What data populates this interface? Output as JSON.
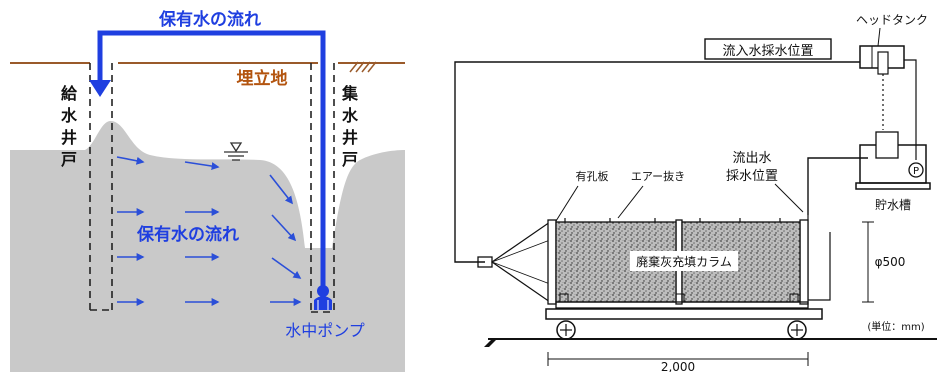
{
  "left_diagram": {
    "top_flow_label": "保有水の流れ",
    "landfill_label": "埋立地",
    "supply_well_label": [
      "給",
      "水",
      "井",
      "戸"
    ],
    "collection_well_label": [
      "集",
      "水",
      "井",
      "戸"
    ],
    "inner_flow_label": "保有水の流れ",
    "pump_label": "水中ポンプ",
    "colors": {
      "flow_blue": "#1f3fe0",
      "arrow_blue": "#2b4fd8",
      "landfill_brown": "#b3540f",
      "ground_line": "#9a5a2a",
      "soil_gray": "#c8c8c8"
    }
  },
  "right_diagram": {
    "head_tank_label": "ヘッドタンク",
    "inflow_sampling_label": "流入水採水位置",
    "outflow_sampling_label": [
      "流出水",
      "採水位置"
    ],
    "perforated_plate_label": "有孔板",
    "air_vent_label": "エアー抜き",
    "column_label": "廃棄灰充填カラム",
    "storage_tank_label": "貯水槽",
    "pump_symbol": "P",
    "diameter_label": "φ500",
    "unit_label": "(単位：mm)",
    "length_label": "2,000"
  }
}
